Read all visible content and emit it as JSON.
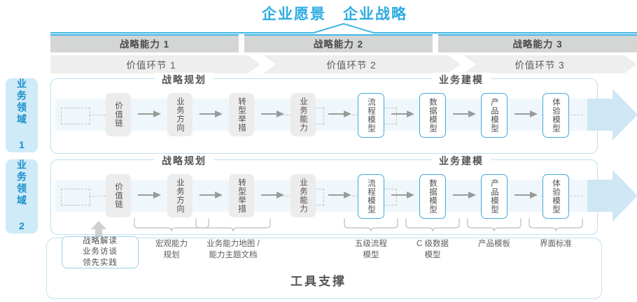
{
  "header": {
    "vision_label": "企业愿景",
    "strategy_label": "企业战略"
  },
  "capabilities": [
    {
      "label": "战略能力 1"
    },
    {
      "label": "战略能力 2"
    },
    {
      "label": "战略能力 3"
    }
  ],
  "value_links": [
    {
      "label": "价值环节 1"
    },
    {
      "label": "价值环节 2"
    },
    {
      "label": "价值环节 3"
    }
  ],
  "domains": [
    {
      "label": "业务领域 1"
    },
    {
      "label": "业务领域 2"
    }
  ],
  "section_titles": {
    "planning": "战略规划",
    "modeling": "业务建模"
  },
  "steps": [
    {
      "label": "价值链",
      "style": "gray"
    },
    {
      "label": "业务方向",
      "style": "gray"
    },
    {
      "label": "转型举措",
      "style": "gray"
    },
    {
      "label": "业务能力",
      "style": "gray"
    },
    {
      "label": "流程模型",
      "style": "blue"
    },
    {
      "label": "数据模型",
      "style": "blue"
    },
    {
      "label": "产品模型",
      "style": "blue"
    },
    {
      "label": "体验模型",
      "style": "blue"
    }
  ],
  "notes": [
    {
      "text": "宏观能力\n规划"
    },
    {
      "text": "业务能力地图 /\n能力主题文档"
    },
    {
      "text": "五级流程\n模型"
    },
    {
      "text": "C 级数据\n模型"
    },
    {
      "text": "产品模板"
    },
    {
      "text": "界面标准"
    }
  ],
  "practice_box": {
    "line1": "战略解读",
    "line2": "业务访谈",
    "line3": "领先实践"
  },
  "footer": {
    "tool_support": "工具支撑"
  },
  "colors": {
    "accent_blue": "#2bace2",
    "box_blue": "#45a8dd",
    "band_border": "#bfe0f0",
    "bar_gray": "#d4d6d6",
    "link_gray": "#eeeeee",
    "domain_tab": "#cfeaf8",
    "stripe": "#eff7fc"
  }
}
